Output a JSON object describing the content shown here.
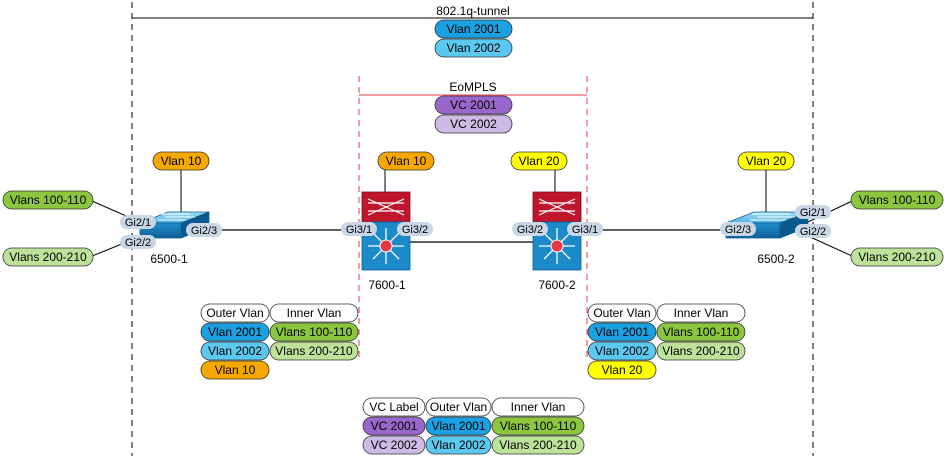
{
  "colors": {
    "vlan_2001": "#1ba1e2",
    "vlan_2002": "#5bc8f0",
    "vlans_100_110": "#8cc63f",
    "vlans_200_210": "#bde39a",
    "vlan_10": "#f7a800",
    "vlan_20": "#ffff00",
    "vc_2001": "#9966cc",
    "vc_2002": "#ccbbe4",
    "header_pill": "#ffffff",
    "dashed_black": "#000000",
    "dashed_red": "#e63946",
    "router_red": "#c0162b",
    "switch_blue": "#1a8ac8",
    "port_pill": "#c9d6e6"
  },
  "tunnel": {
    "label": "802.1q-tunnel",
    "vlans": [
      "Vlan 2001",
      "Vlan 2002"
    ]
  },
  "eompls": {
    "label": "EoMPLS",
    "vcs": [
      "VC 2001",
      "VC 2002"
    ]
  },
  "devices": {
    "sw_left": {
      "name": "6500-1",
      "vlan": "Vlan 10",
      "ports": [
        "Gi2/1",
        "Gi2/2",
        "Gi2/3"
      ],
      "access": [
        "Vlans 100-110",
        "Vlans 200-210"
      ]
    },
    "r_left": {
      "name": "7600-1",
      "vlan": "Vlan 10",
      "ports": [
        "Gi3/1",
        "Gi3/2"
      ]
    },
    "r_right": {
      "name": "7600-2",
      "vlan": "Vlan 20",
      "ports": [
        "Gi3/2",
        "Gi3/1"
      ]
    },
    "sw_right": {
      "name": "6500-2",
      "vlan": "Vlan 20",
      "ports": [
        "Gi2/1",
        "Gi2/2",
        "Gi2/3"
      ],
      "access": [
        "Vlans 100-110",
        "Vlans 200-210"
      ]
    }
  },
  "tables": {
    "left": {
      "headers": [
        "Outer Vlan",
        "Inner Vlan"
      ],
      "rows": [
        [
          "Vlan 2001",
          "Vlans 100-110"
        ],
        [
          "Vlan 2002",
          "Vlans 200-210"
        ]
      ],
      "extra": "Vlan 10"
    },
    "right": {
      "headers": [
        "Outer Vlan",
        "Inner Vlan"
      ],
      "rows": [
        [
          "Vlan 2001",
          "Vlans 100-110"
        ],
        [
          "Vlan 2002",
          "Vlans 200-210"
        ]
      ],
      "extra": "Vlan 20"
    },
    "bottom": {
      "headers": [
        "VC Label",
        "Outer Vlan",
        "Inner Vlan"
      ],
      "rows": [
        [
          "VC 2001",
          "Vlan 2001",
          "Vlans 100-110"
        ],
        [
          "VC 2002",
          "Vlan 2002",
          "Vlans 200-210"
        ]
      ]
    }
  }
}
